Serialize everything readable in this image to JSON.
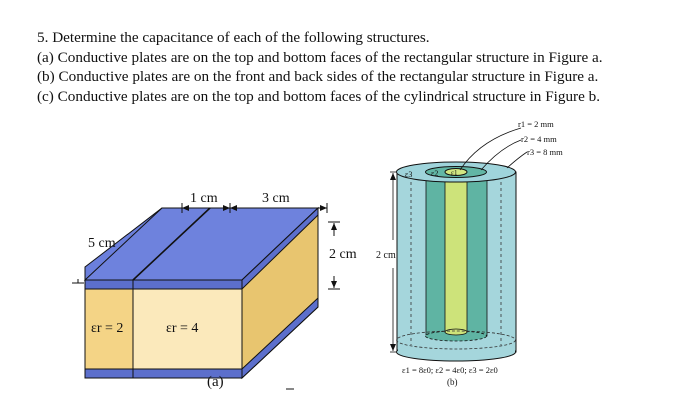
{
  "problem": {
    "lines": [
      "5. Determine the capacitance of each of the following structures.",
      "(a) Conductive plates are on the top and bottom faces of the rectangular structure in Figure a.",
      "(b) Conductive plates are on the front and back sides of the rectangular structure in Figure a.",
      "(c) Conductive plates are on the top and bottom faces of the cylindrical structure in Figure b."
    ]
  },
  "figure_a": {
    "dim_width_left": "1 cm",
    "dim_width_right": "3 cm",
    "dim_depth": "5 cm",
    "dim_height": "2 cm",
    "eps_left": "εr = 2",
    "eps_right": "εr = 4",
    "caption": "(a)"
  },
  "figure_b": {
    "r1": "r1 = 2 mm",
    "r2": "r2 = 4 mm",
    "r3": "r3 = 8 mm",
    "height": "2 cm",
    "labels": {
      "e3": "ε3",
      "e2": "ε2",
      "e1": "ε1"
    },
    "eps_caption": "ε1 = 8ε0; ε2 = 4ε0; ε3 = 2ε0",
    "caption": "(b)"
  },
  "colors": {
    "plate": "#6b7fdc",
    "dielectric_left": "#f4d486",
    "dielectric_right": "#fbe9bb",
    "cyl_outer": "#a5d6dc",
    "cyl_middle": "#5fb4a3",
    "cyl_inner": "#cde37a"
  }
}
